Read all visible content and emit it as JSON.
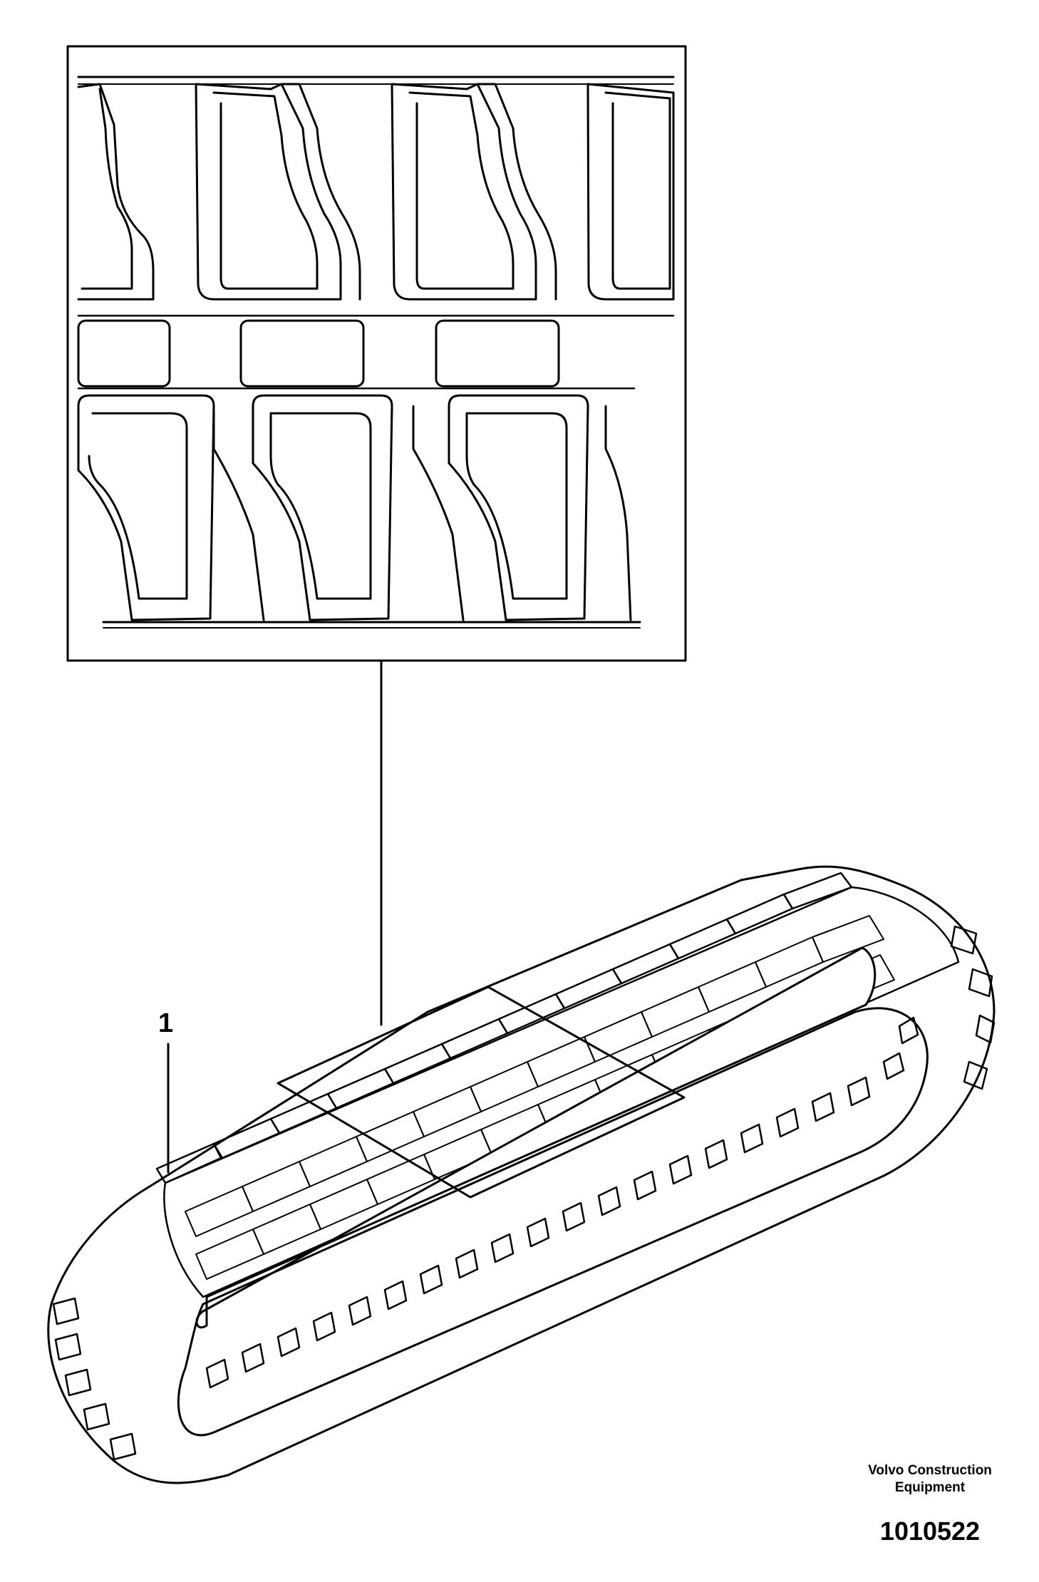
{
  "callouts": [
    {
      "label": "1"
    }
  ],
  "footer": {
    "manufacturer": "Volvo Construction\nEquipment",
    "reference": "1010522"
  },
  "colors": {
    "ink": "#000000",
    "background": "#ffffff"
  }
}
